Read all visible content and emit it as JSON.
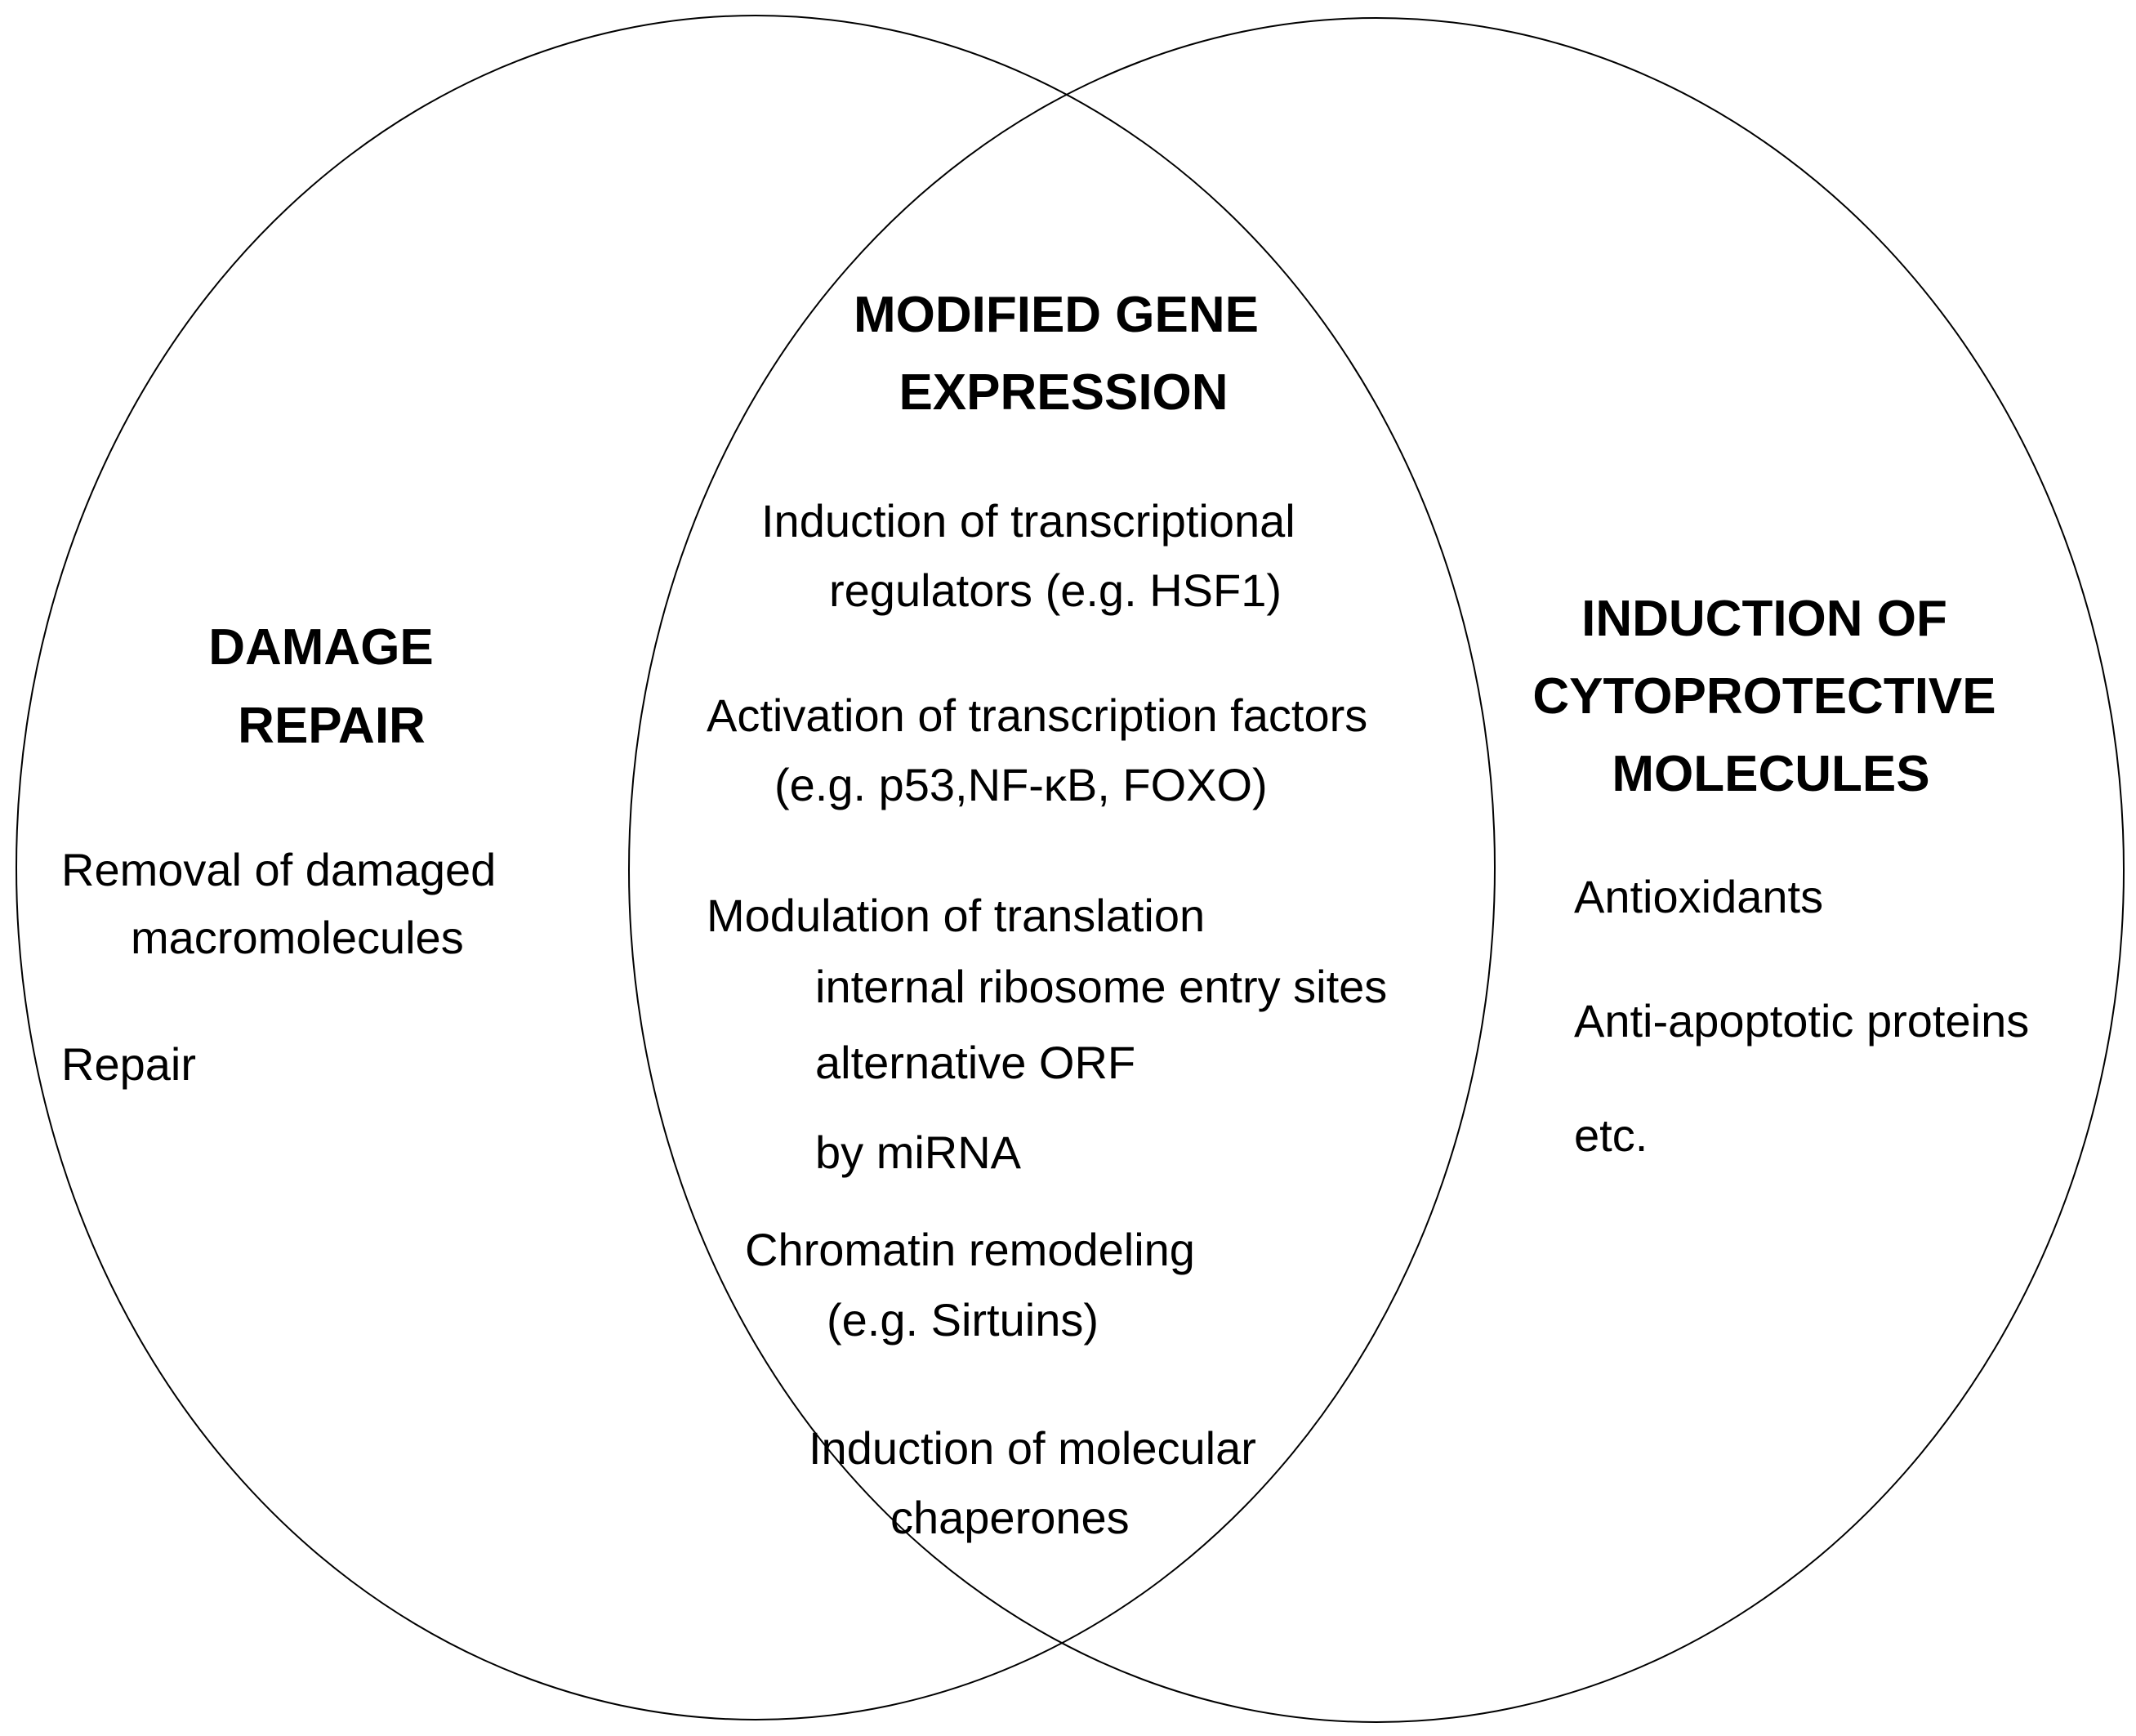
{
  "circles": {
    "left_label": {
      "heading": [
        "DAMAGE",
        "REPAIR"
      ],
      "items": [
        "Removal of damaged",
        "macromolecules",
        "Repair"
      ]
    },
    "center_label": {
      "heading": [
        "MODIFIED GENE",
        "EXPRESSION"
      ],
      "items": [
        "Induction of transcriptional",
        "regulators (e.g. HSF1)",
        "Activation of transcription factors",
        "(e.g. p53,NF-κB, FOXO)",
        "Modulation of translation",
        "internal ribosome entry sites",
        "alternative ORF",
        "by miRNA",
        "Chromatin remodeling",
        "(e.g. Sirtuins)",
        "Induction of molecular",
        "chaperones"
      ]
    },
    "right_label": {
      "heading": [
        "INDUCTION OF",
        "CYTOPROTECTIVE",
        "MOLECULES"
      ],
      "items": [
        "Antioxidants",
        "Anti-apoptotic proteins",
        "etc."
      ]
    }
  },
  "colors": {
    "stroke": "#000000",
    "background": "#ffffff"
  }
}
